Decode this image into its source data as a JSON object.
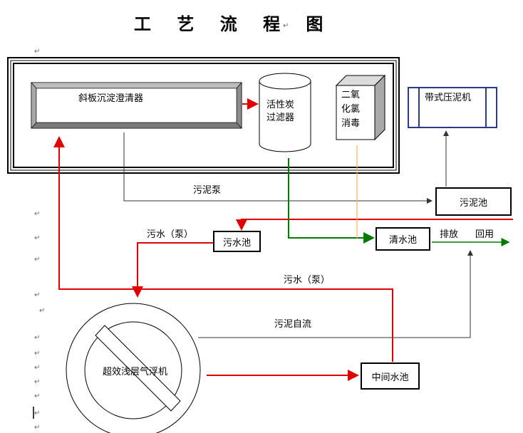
{
  "title": "工 艺 流 程 图",
  "nodes": {
    "clarifier": "斜板沉淀澄清器",
    "carbon_filter_l1": "活性炭",
    "carbon_filter_l2": "过滤器",
    "disinfect_l1": "二氧",
    "disinfect_l2": "化氯",
    "disinfect_l3": "消毒",
    "belt_press": "带式压泥机",
    "sludge_tank": "污泥池",
    "sewage_tank": "污水池",
    "clear_tank": "清水池",
    "flotation": "超效浅层气浮机",
    "middle_tank": "中间水池"
  },
  "edge_labels": {
    "sludge_pump": "污泥泵",
    "sewage_pump_1": "污水（泵）",
    "sewage_pump_2": "污水（泵）",
    "sludge_gravity": "污泥自流",
    "discharge": "排放",
    "reuse": "回用"
  },
  "colors": {
    "red_flow": "#e00000",
    "green_flow": "#007a00",
    "orange_flow": "#f5b060",
    "black_flow": "#333333",
    "press_border": "#2a3a8a"
  }
}
